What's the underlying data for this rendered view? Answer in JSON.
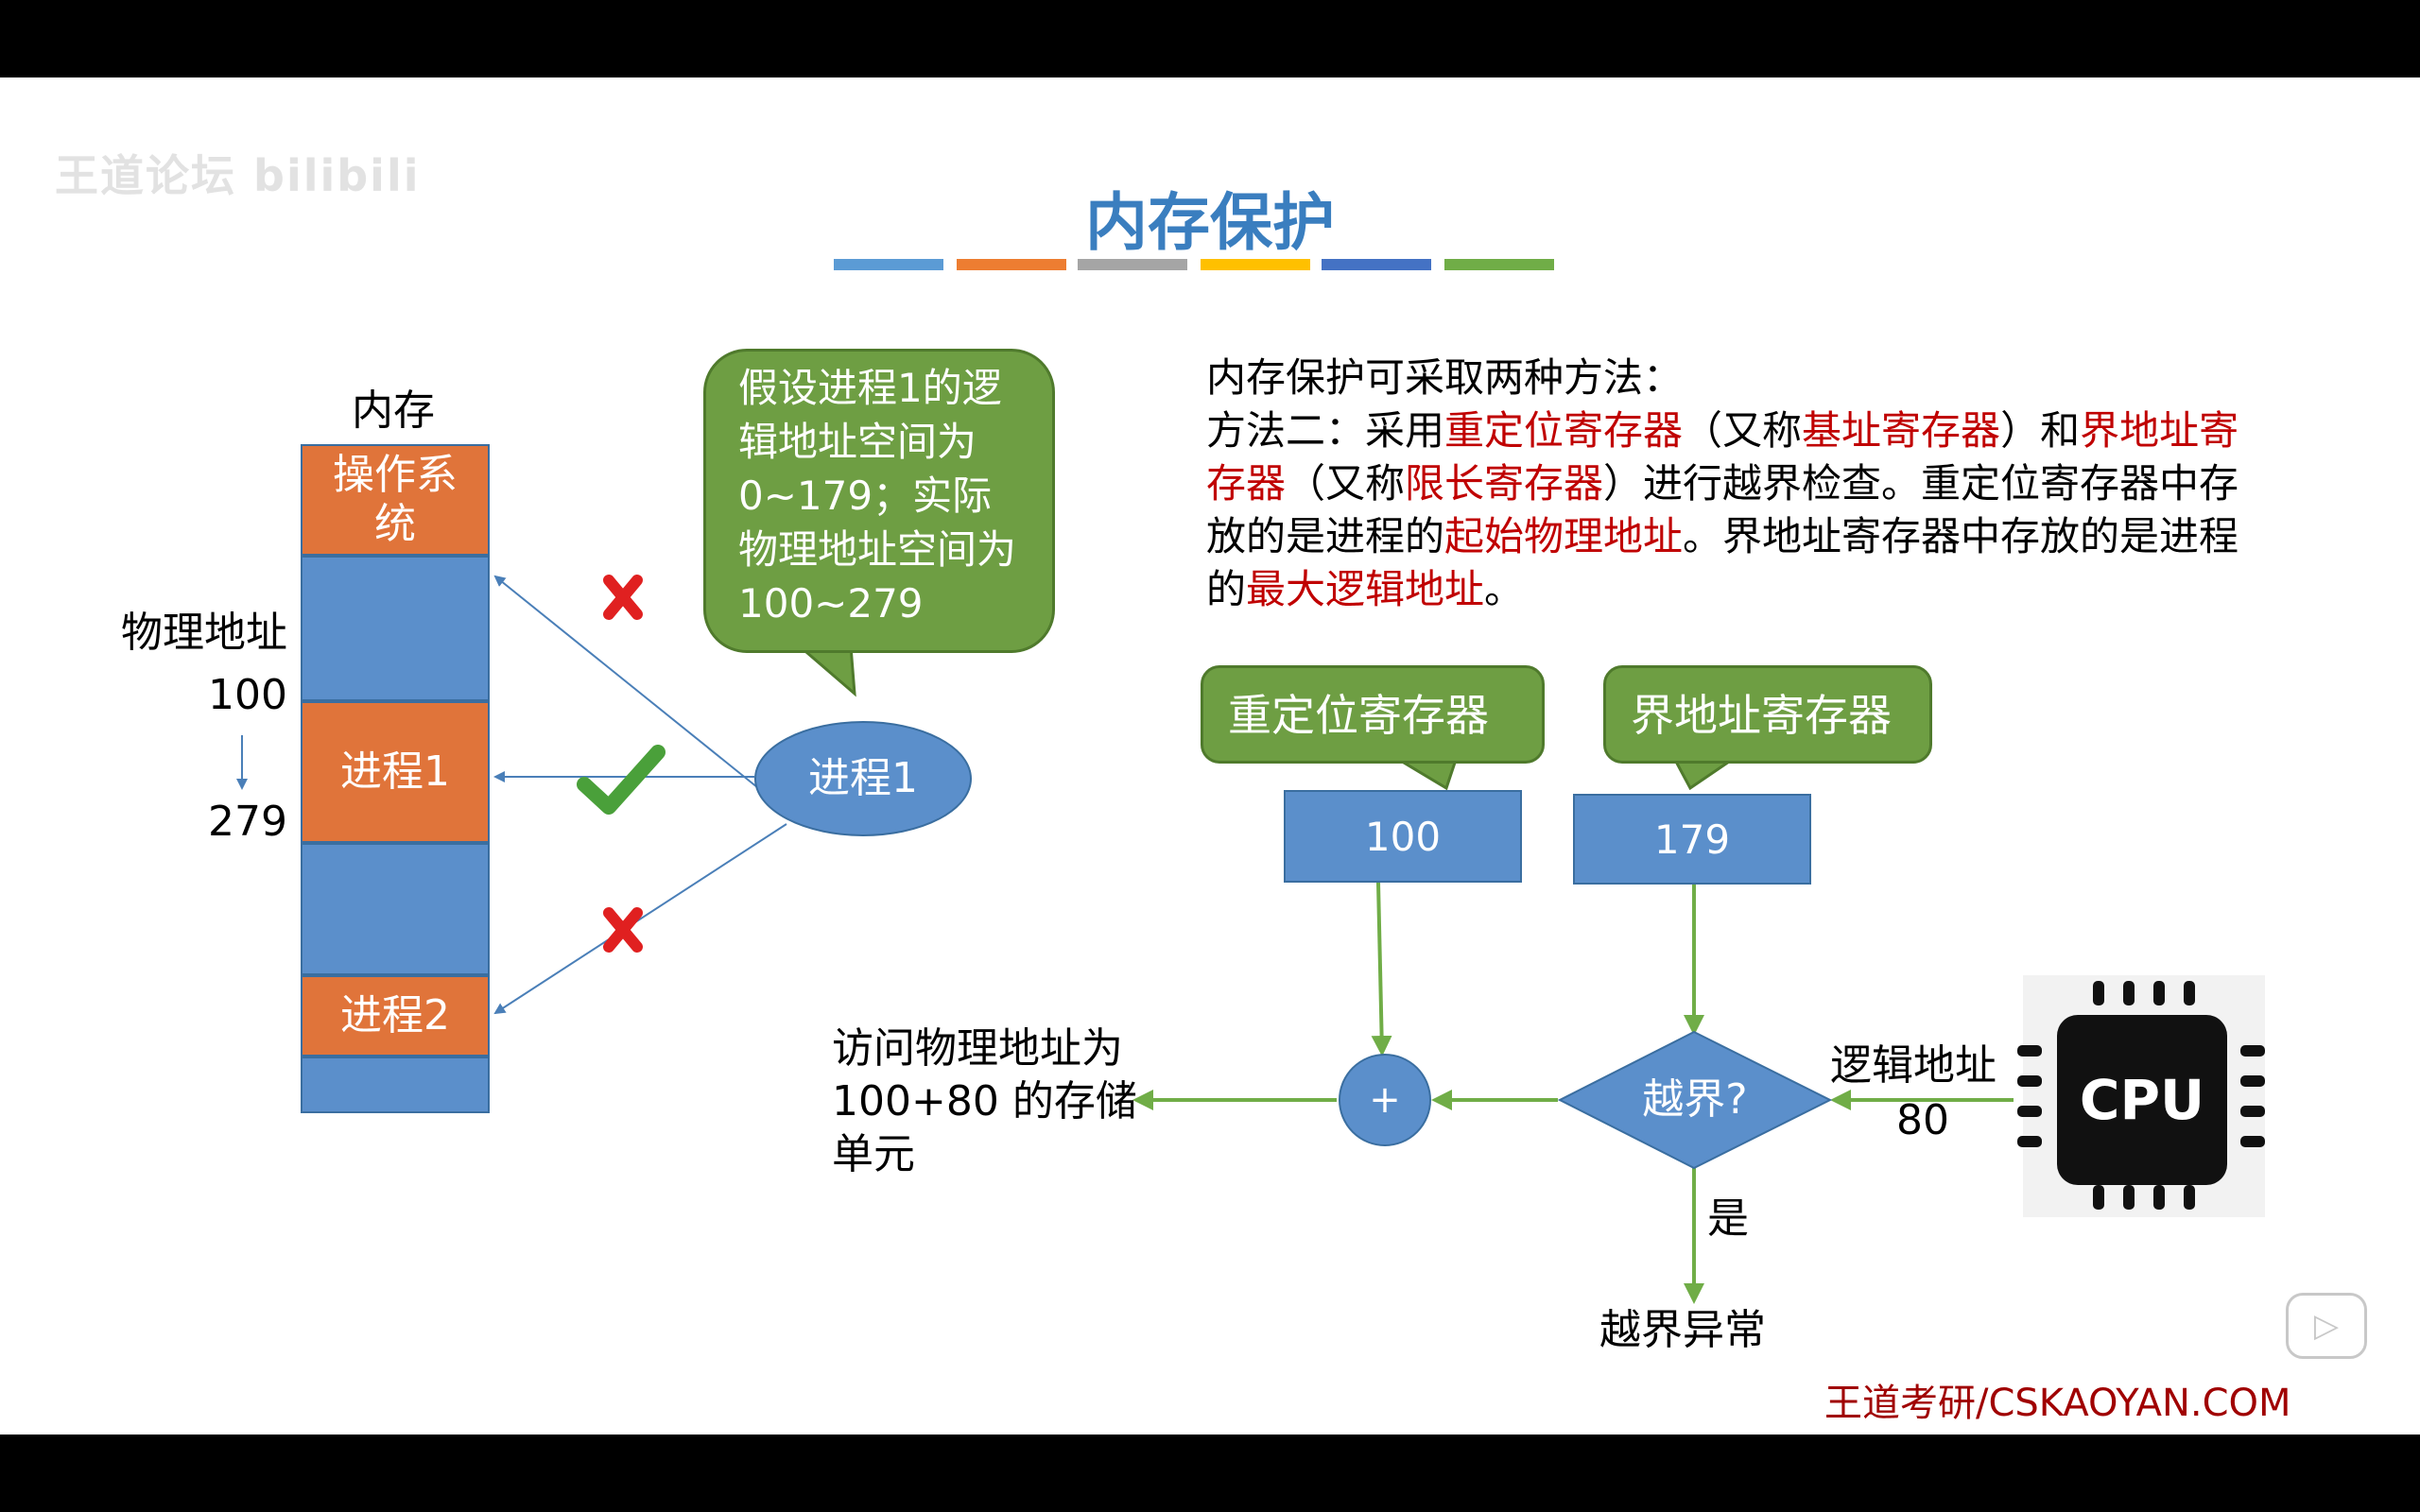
{
  "watermark": "王道论坛 bilibili",
  "title": "内存保护",
  "title_bar_colors": [
    "#5b9bd5",
    "#ed7d31",
    "#a5a5a5",
    "#ffc000",
    "#4472c4",
    "#70ad47"
  ],
  "memory": {
    "label": "内存",
    "os": "操作系统",
    "process1": "进程1",
    "process2": "进程2",
    "physical_label": "物理地址",
    "start": "100",
    "arrow": "↓",
    "end": "279"
  },
  "process_node": "进程1",
  "callout": "假设进程1的逻辑地址空间为 0~179；实际物理地址空间为 100~279",
  "description": {
    "line1": "内存保护可采取两种方法：",
    "p1": "方法二：采用",
    "r1": "重定位寄存器",
    "p2": "（又称",
    "r2": "基址寄存器",
    "p3": "）和",
    "r3": "界地址寄存器",
    "p4": "（又称",
    "r4": "限长寄存器",
    "p5": "）进行越界检查。重定位寄存器中存放的是进程的",
    "r5": "起始物理地址",
    "p6": "。界地址寄存器中存放的是进程的",
    "r6": "最大逻辑地址",
    "p7": "。"
  },
  "flow": {
    "reloc_label": "重定位寄存器",
    "limit_label": "界地址寄存器",
    "reloc_value": "100",
    "limit_value": "179",
    "plus": "+",
    "check": "越界?",
    "logical_label": "逻辑地址",
    "logical_value": "80",
    "yes": "是",
    "exception": "越界异常",
    "access": "访问物理地址为 100+80 的存储单元",
    "cpu": "CPU"
  },
  "brand": "王道考研/CSKAOYAN.COM",
  "colors": {
    "orange": "#e0743a",
    "blue": "#5b8fcb",
    "green": "#6e9e43",
    "arrow_green": "#70ad47",
    "red": "#c00000",
    "title": "#3a7ebf"
  }
}
